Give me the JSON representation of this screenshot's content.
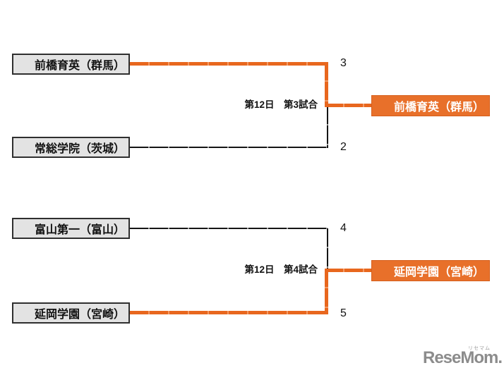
{
  "colors": {
    "accent_orange": "#E8671E",
    "orange_box_fill": "#E8702A",
    "line_black": "#151515",
    "box_fill": "#E3E3E3",
    "box_border": "#2F2F2F",
    "logo_gray": "#8C8C8C"
  },
  "brackets": [
    {
      "match_label": "第12日　第3試合",
      "teams": [
        {
          "name": "前橋育英（群馬）",
          "score": "3",
          "winner": true
        },
        {
          "name": "常総学院（茨城）",
          "score": "2",
          "winner": false
        }
      ],
      "winner_name": "前橋育英（群馬）"
    },
    {
      "match_label": "第12日　第4試合",
      "teams": [
        {
          "name": "富山第一（富山）",
          "score": "4",
          "winner": false
        },
        {
          "name": "延岡学園（宮崎）",
          "score": "5",
          "winner": true
        }
      ],
      "winner_name": "延岡学園（宮崎）"
    }
  ],
  "logo": {
    "text": "ReseMom.",
    "furigana": "リセマム"
  }
}
